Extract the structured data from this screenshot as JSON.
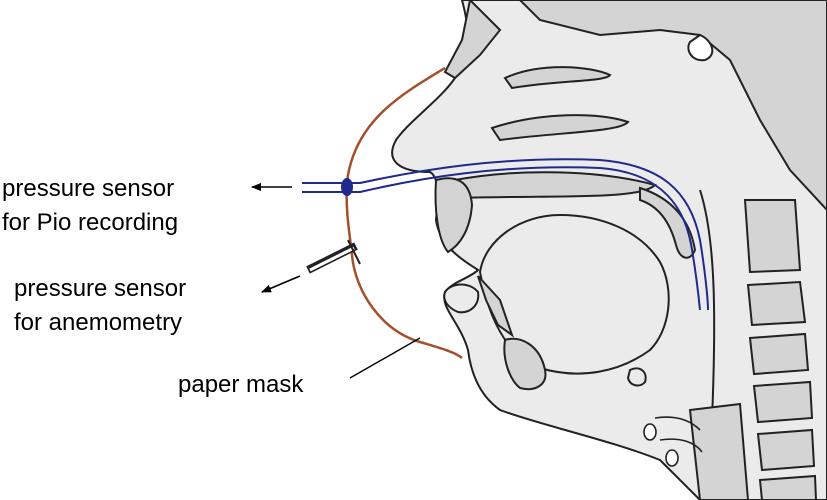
{
  "labels": {
    "pio_line1": "pressure sensor",
    "pio_line2": "for Pio recording",
    "anemo_line1": "pressure sensor",
    "anemo_line2": "for anemometry",
    "mask": "paper mask"
  },
  "colors": {
    "outline": "#222222",
    "tissue_fill": "#d4d4d4",
    "light_fill": "#ebebeb",
    "tube": "#1f2a8c",
    "mask": "#a5502c",
    "text": "#000000"
  }
}
